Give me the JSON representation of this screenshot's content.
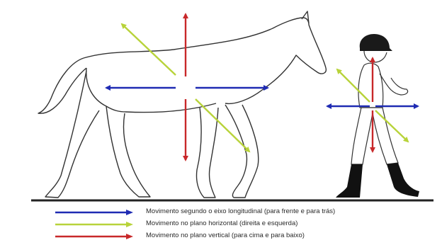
{
  "colors": {
    "blue": "#1f2bb3",
    "green": "#b8d33a",
    "red": "#c8282a",
    "outline": "#333333",
    "ground": "#222222"
  },
  "legend": [
    {
      "color_key": "blue",
      "text": "Movimento segundo o eixo longitudinal (para frente e para trás)"
    },
    {
      "color_key": "green",
      "text": "Movimento no plano horizontal (direita e esquerda)"
    },
    {
      "color_key": "red",
      "text": "Movimento no plano vertical (para cima e para baixo)"
    }
  ]
}
